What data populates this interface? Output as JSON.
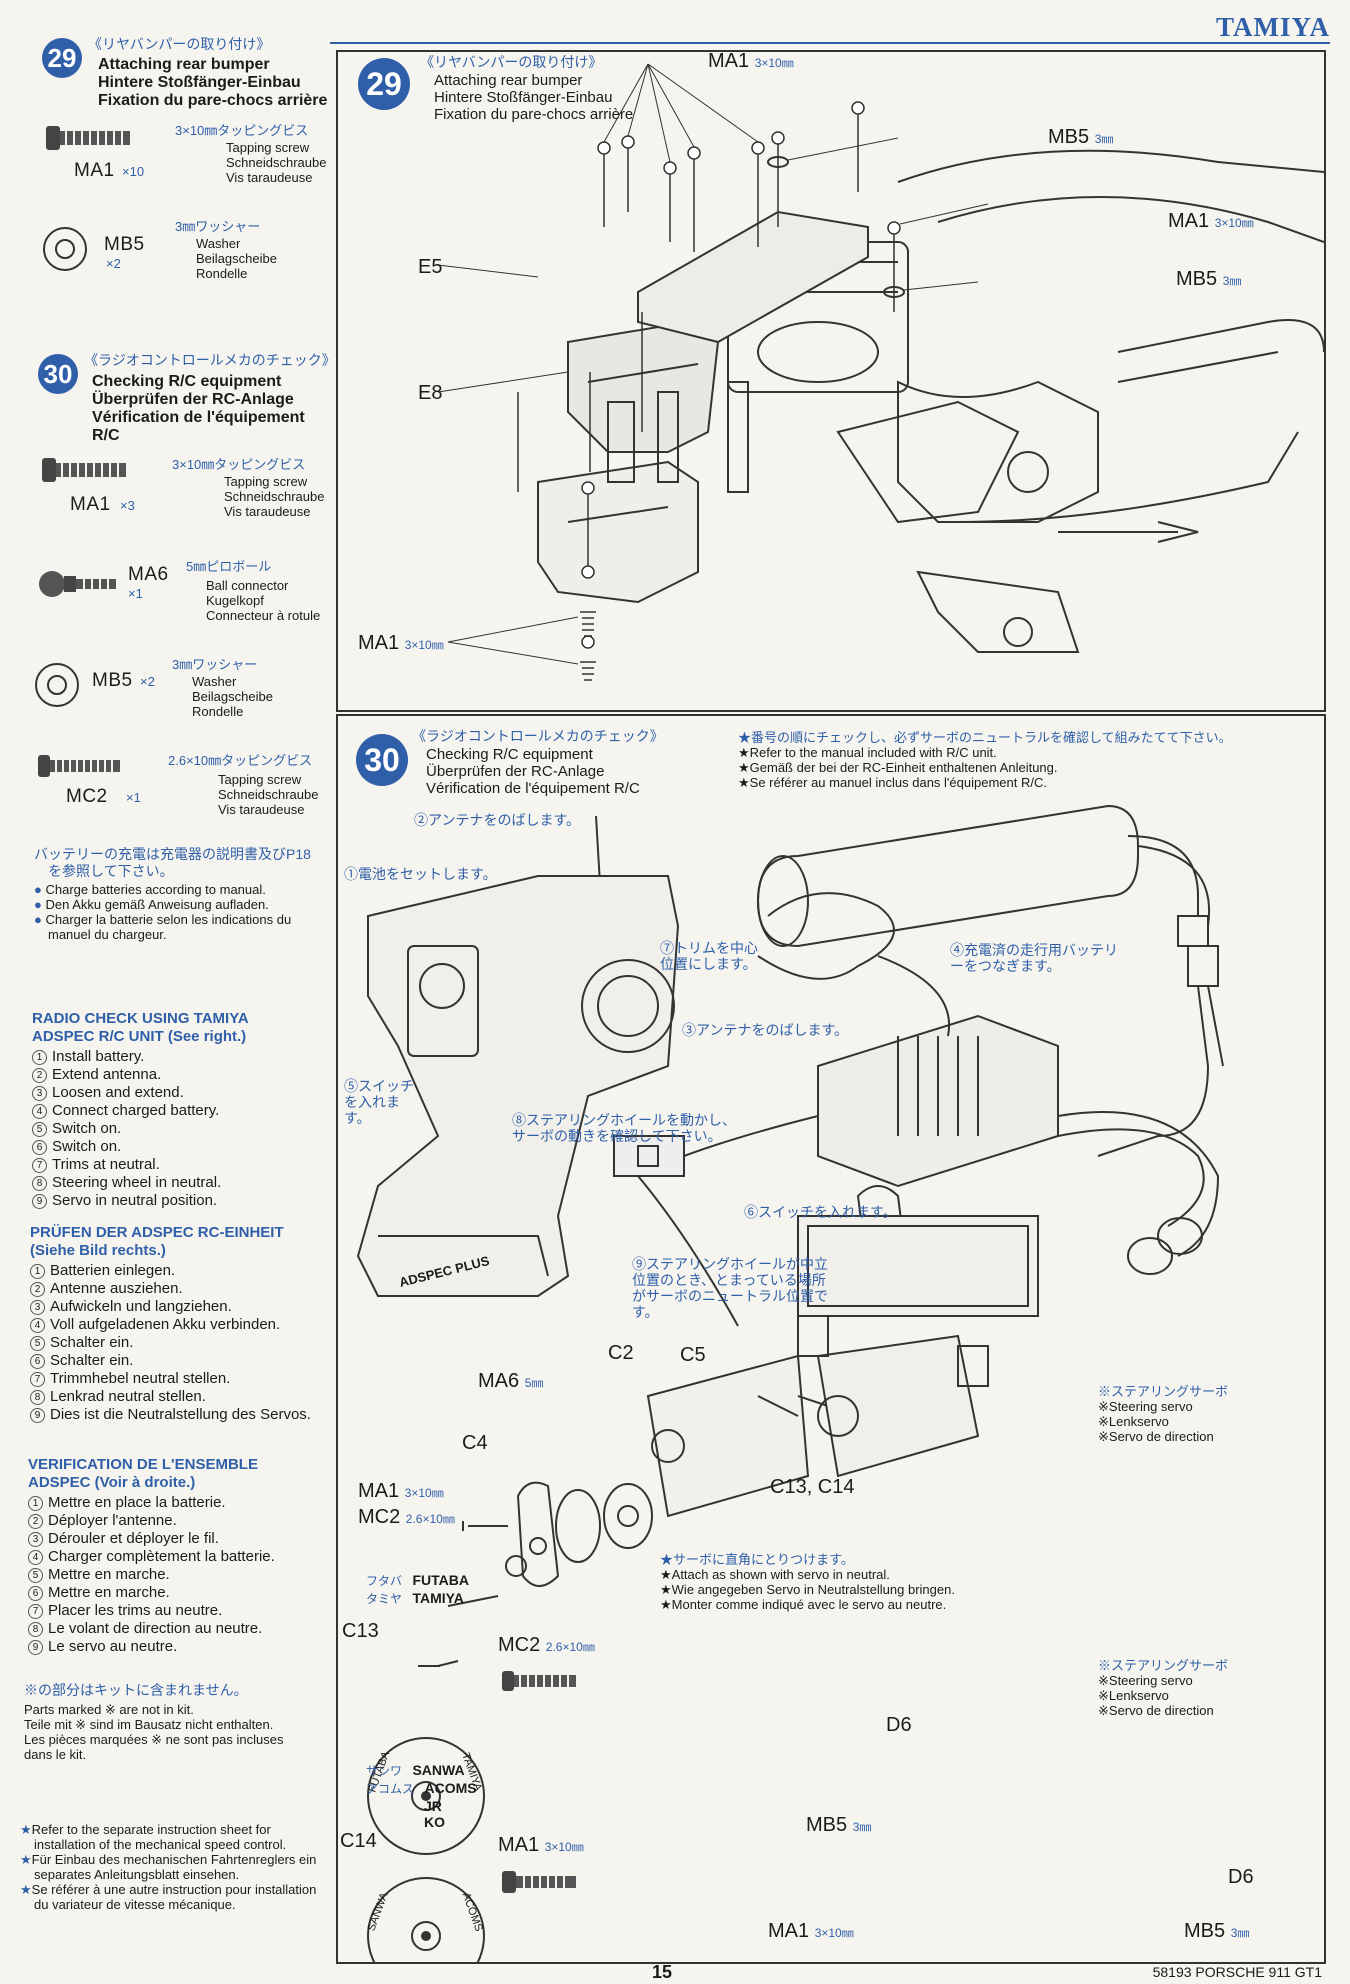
{
  "brand": "TAMIYA",
  "footer": {
    "page_number": "15",
    "model": "58193 PORSCHE 911 GT1"
  },
  "sidebar": {
    "step29": {
      "number": "29",
      "jp": "《リヤバンパーの取り付け》",
      "en": "Attaching rear bumper",
      "de": "Hintere Stoßfänger-Einbau",
      "fr": "Fixation du pare-chocs arrière",
      "parts": [
        {
          "name": "MA1",
          "qty": "×10",
          "jp": "3×10㎜タッピングビス",
          "en": "Tapping screw",
          "de": "Schneidschraube",
          "fr": "Vis taraudeuse",
          "icon": "screw-icon"
        },
        {
          "name": "MB5",
          "qty": "×2",
          "jp": "3㎜ワッシャー",
          "en": "Washer",
          "de": "Beilagscheibe",
          "fr": "Rondelle",
          "icon": "washer-icon"
        }
      ]
    },
    "step30": {
      "number": "30",
      "jp": "《ラジオコントロールメカのチェック》",
      "en": "Checking R/C equipment",
      "de": "Überprüfen der RC-Anlage",
      "fr": "Vérification de l'équipement R/C",
      "parts": [
        {
          "name": "MA1",
          "qty": "×3",
          "jp": "3×10㎜タッピングビス",
          "en": "Tapping screw",
          "de": "Schneidschraube",
          "fr": "Vis taraudeuse",
          "icon": "screw-icon"
        },
        {
          "name": "MA6",
          "qty": "×1",
          "jp": "5㎜ピロボール",
          "en": "Ball connector",
          "de": "Kugelkopf",
          "fr": "Connecteur à rotule",
          "icon": "ball-connector-icon"
        },
        {
          "name": "MB5",
          "qty": "×2",
          "jp": "3㎜ワッシャー",
          "en": "Washer",
          "de": "Beilagscheibe",
          "fr": "Rondelle",
          "icon": "washer-icon"
        },
        {
          "name": "MC2",
          "qty": "×1",
          "jp": "2.6×10㎜タッピングビス",
          "en": "Tapping screw",
          "de": "Schneidschraube",
          "fr": "Vis taraudeuse",
          "icon": "screw-icon"
        }
      ]
    },
    "battery_note": {
      "jp": "バッテリーの充電は充電器の説明書及びP18を参照して下さい。",
      "en": "Charge batteries according to manual.",
      "de": "Den Akku gemäß Anweisung aufladen.",
      "fr": "Charger la batterie selon les indications du manuel du chargeur."
    },
    "check_en": {
      "title": "RADIO CHECK USING TAMIYA ADSPEC R/C UNIT (See right.)",
      "items": [
        "Install battery.",
        "Extend antenna.",
        "Loosen and extend.",
        "Connect charged battery.",
        "Switch on.",
        "Switch on.",
        "Trims at neutral.",
        "Steering wheel in neutral.",
        "Servo in neutral position."
      ]
    },
    "check_de": {
      "title": "PRÜFEN DER ADSPEC RC-EINHEIT (Siehe Bild rechts.)",
      "items": [
        "Batterien einlegen.",
        "Antenne ausziehen.",
        "Aufwickeln und langziehen.",
        "Voll aufgeladenen Akku verbinden.",
        "Schalter ein.",
        "Schalter ein.",
        "Trimmhebel neutral stellen.",
        "Lenkrad neutral stellen.",
        "Dies ist die Neutralstellung des Servos."
      ]
    },
    "check_fr": {
      "title": "VERIFICATION DE L'ENSEMBLE ADSPEC (Voir à droite.)",
      "items": [
        "Mettre en place la batterie.",
        "Déployer l'antenne.",
        "Dérouler et déployer le fil.",
        "Charger complètement la batterie.",
        "Mettre en marche.",
        "Mettre en marche.",
        "Placer les trims au neutre.",
        "Le volant de direction au neutre.",
        "Le servo au neutre."
      ]
    },
    "not_included": {
      "jp": "※の部分はキットに含まれません。",
      "en": "Parts marked ※ are not in kit.",
      "de": "Teile mit ※ sind im Bausatz nicht enthalten.",
      "fr": "Les pièces marquées ※ ne sont pas incluses dans le kit."
    },
    "speed_control": {
      "en": "Refer to the separate instruction sheet for installation of the mechanical speed control.",
      "de": "Für Einbau des mechanischen Fahrtenreglers ein separates Anleitungsblatt einsehen.",
      "fr": "Se référer à une autre instruction pour installation du variateur de vitesse mécanique."
    }
  },
  "panel29": {
    "number": "29",
    "jp": "《リヤバンパーの取り付け》",
    "en": "Attaching rear bumper",
    "de": "Hintere Stoßfänger-Einbau",
    "fr": "Fixation du pare-chocs arrière",
    "labels": {
      "ma1_top": "MA1",
      "ma1_top_size": "3×10㎜",
      "mb5_top": "MB5",
      "mb5_top_size": "3㎜",
      "ma1_right": "MA1",
      "ma1_right_size": "3×10㎜",
      "mb5_right": "MB5",
      "mb5_right_size": "3㎜",
      "e5": "E5",
      "e8": "E8",
      "ma1_bottom": "MA1",
      "ma1_bottom_size": "3×10㎜"
    }
  },
  "panel30": {
    "number": "30",
    "jp": "《ラジオコントロールメカのチェック》",
    "en": "Checking R/C equipment",
    "de": "Überprüfen der RC-Anlage",
    "fr": "Vérification de l'équipement R/C",
    "notes": {
      "jp": "★番号の順にチェックし、必ずサーボのニュートラルを確認して組みたてて下さい。",
      "en": "★Refer to the manual included with R/C unit.",
      "de": "★Gemäß der bei der RC-Einheit enthaltenen Anleitung.",
      "fr": "★Se référer au manuel inclus dans l'équipement R/C."
    },
    "callouts": {
      "c1": "①電池をセットします。",
      "c2": "②アンテナをのばします。",
      "c3": "③アンテナをのばします。",
      "c4": "④充電済の走行用バッテリーをつなぎます。",
      "c5": "⑤スイッチを入れます。",
      "c6": "⑥スイッチを入れます。",
      "c7": "⑦トリムを中心位置にします。",
      "c8": "⑧ステアリングホイールを動かし、サーボの動きを確認して下さい。",
      "c9": "⑨ステアリングホイールが中立位置のとき、とまっている場所がサーボのニュートラル位置です。"
    },
    "servo_label": {
      "jp": "※ステアリングサーボ",
      "en": "※Steering servo",
      "de": "※Lenkservo",
      "fr": "※Servo de direction"
    },
    "parts": {
      "c2": "C2",
      "c5": "C5",
      "c4": "C4",
      "c13c14": "C13, C14",
      "ma6": "MA6",
      "ma6_size": "5㎜",
      "ma1": "MA1",
      "ma1_size": "3×10㎜",
      "mc2": "MC2",
      "mc2_size": "2.6×10㎜"
    },
    "attach_note": {
      "jp": "★サーボに直角にとりつけます。",
      "en": "★Attach as shown with servo in neutral.",
      "de": "★Wie angegeben Servo in Neutralstellung bringen.",
      "fr": "★Monter comme indiqué avec le servo au neutre."
    },
    "c13": {
      "label": "C13",
      "brand_jp1": "フタバ",
      "brand_en1": "FUTABA",
      "brand_jp2": "タミヤ",
      "brand_en2": "TAMIYA",
      "disc_text1": "FUTABA",
      "disc_text2": "TAMIYA"
    },
    "c14": {
      "label": "C14",
      "brand_jp1": "サンワ",
      "brand_en1": "SANWA",
      "brand_jp2": "アコムス",
      "brand_en2": "ACOMS",
      "brand_en3": "JR",
      "brand_en4": "KO",
      "disc_text1": "SANWA",
      "disc_text2": "ACOMS"
    },
    "mc2_screw": {
      "name": "MC2",
      "size": "2.6×10㎜"
    },
    "ma1_screw": {
      "name": "MA1",
      "size": "3×10㎜"
    },
    "servo2_label": {
      "jp": "※ステアリングサーボ",
      "en": "※Steering servo",
      "de": "※Lenkservo",
      "fr": "※Servo de direction"
    },
    "bottom_parts": {
      "d6a": "D6",
      "d6b": "D6",
      "mb5a": "MB5",
      "mb5a_size": "3㎜",
      "mb5b": "MB5",
      "mb5b_size": "3㎜",
      "ma1": "MA1",
      "ma1_size": "3×10㎜"
    },
    "transmitter_brand": "ADSPEC PLUS"
  }
}
